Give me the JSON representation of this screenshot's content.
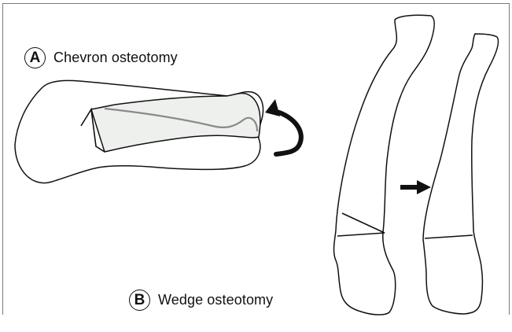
{
  "figure": {
    "panel_a": {
      "badge": "A",
      "label": "Chevron osteotomy"
    },
    "panel_b": {
      "badge": "B",
      "label": "Wedge osteotomy"
    },
    "icons": {
      "rotation": "curved-rotation-arrow-icon",
      "shift": "right-arrow-icon"
    },
    "colors": {
      "line": "#111111",
      "shaded_fragment": "#eef0ee",
      "osteotomy_line": "#8a8a8a",
      "frame": "#7a7a7a"
    }
  }
}
